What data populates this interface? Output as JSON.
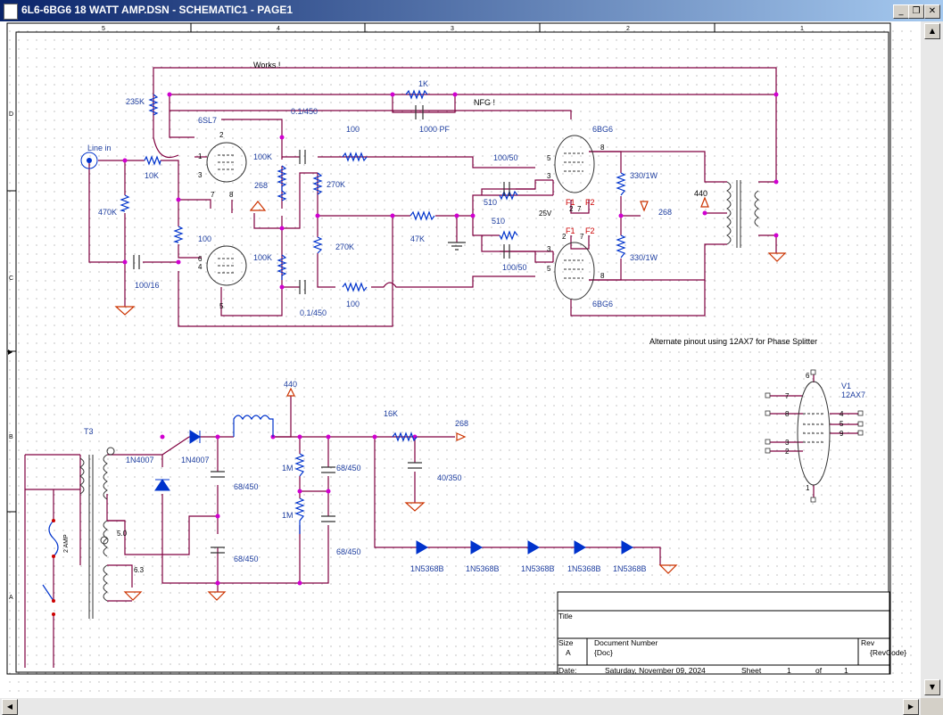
{
  "window": {
    "title": "6L6-6BG6 18 WATT AMP.DSN - SCHEMATIC1 - PAGE1",
    "buttons": {
      "minimize": "_",
      "restore": "❐",
      "close": "✕"
    }
  },
  "border": {
    "columns": [
      "5",
      "4",
      "3",
      "2",
      "1"
    ],
    "rows": [
      "D",
      "C",
      "B",
      "A"
    ]
  },
  "labels": {
    "works": "Works !",
    "nfg": "NFG !",
    "alternate": "Alternate pinout using 12AX7 for Phase Splitter",
    "line_in": "Line in",
    "tube_6sl7": "6SL7",
    "tube_6bg6_top": "6BG6",
    "tube_6bg6_bot": "6BG6",
    "tube_v1": "V1",
    "tube_12ax7": "12AX7",
    "r_235k": "235K",
    "r_1k": "1K",
    "c_1000pf": "1000 PF",
    "c_01_450_top": "0.1/450",
    "c_01_450_bot": "0.1/450",
    "r_100_top": "100",
    "r_100_bot": "100",
    "r_100_mid": "100",
    "r_10k": "10K",
    "r_470k": "470K",
    "c_100_16": "100/16",
    "r_100k_top": "100K",
    "r_100k_bot": "100K",
    "r_270k_top": "270K",
    "r_270k_bot": "270K",
    "node_268_left": "268",
    "node_268_right": "268",
    "node_268_psu": "268",
    "r_47k": "47K",
    "r_510_top": "510",
    "r_510_bot": "510",
    "c_100_50_top": "100/50",
    "c_100_50_bot": "100/50",
    "v_25v": "25V",
    "f1_top": "F1",
    "f2_top": "F2",
    "f1_bot": "F1",
    "f2_bot": "F2",
    "r_330_top": "330/1W",
    "r_330_bot": "330/1W",
    "node_440_top": "440",
    "node_440_psu": "440",
    "t3": "T3",
    "d_1n4007_a": "1N4007",
    "d_1n4007_b": "1N4007",
    "c_68_450_a": "68/450",
    "c_68_450_b": "68/450",
    "c_68_450_c": "68/450",
    "c_68_450_d": "68/450",
    "r_1m_a": "1M",
    "r_1m_b": "1M",
    "r_16k": "16K",
    "c_40_350": "40/350",
    "v_50": "5.0",
    "v_63": "6.3",
    "fuse": "2 AMP",
    "zener": [
      "1N5368B",
      "1N5368B",
      "1N5368B",
      "1N5368B",
      "1N5368B"
    ],
    "p1": "1",
    "p2": "2",
    "p3": "3",
    "p4": "4",
    "p5": "5",
    "p6": "6",
    "p7": "7",
    "p8": "8",
    "p5b": "5",
    "p3b": "3",
    "p8b": "8",
    "p2b": "2",
    "p7b": "7",
    "p3c": "3",
    "p5c": "5",
    "p8c": "8",
    "p2c": "2",
    "p7c": "7",
    "v1_pins": [
      "7",
      "8",
      "3",
      "2",
      "4",
      "5",
      "9",
      "6",
      "1"
    ]
  },
  "title_block": {
    "title_label": "Title",
    "size_label": "Size",
    "size_value": "A",
    "docnum_label": "Document Number",
    "docnum_value": "{Doc}",
    "rev_label": "Rev",
    "rev_value": "{RevCode}",
    "date_label": "Date:",
    "date_value": "Saturday, November 09, 2024",
    "sheet_label": "Sheet",
    "sheet_value": "1",
    "of_label": "of",
    "of_value": "1"
  },
  "colors": {
    "wire": "#800040",
    "part": "#0033cc",
    "text_blue": "#1f3fa0",
    "pin_red": "#cc0000",
    "junction": "#d000d0"
  }
}
